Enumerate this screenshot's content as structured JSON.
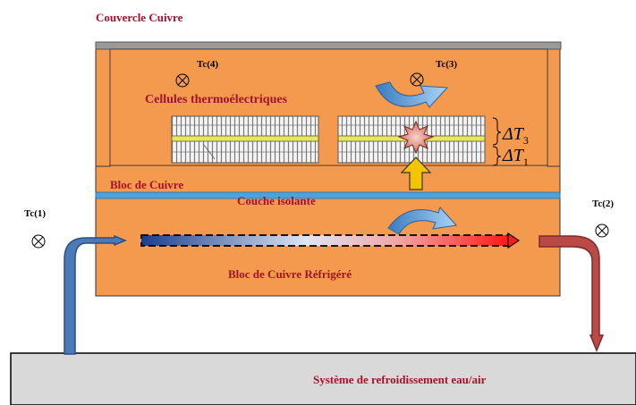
{
  "labels": {
    "lid": "Couvercle Cuivre",
    "cells": "Cellules thermoélectriques",
    "copper_block": "Bloc de Cuivre",
    "insulating_layer": "Couche isolante",
    "cooled_block": "Bloc de Cuivre Réfrigéré",
    "cooling_system": "Système de refroidissement eau/air"
  },
  "thermocouples": [
    "Tc(1)",
    "Tc(2)",
    "Tc(3)",
    "Tc(4)"
  ],
  "delta": {
    "symbol": "ΔT",
    "top_subscript": "3",
    "bottom_subscript": "1"
  },
  "colors": {
    "copper": "#f49a4f",
    "lid": "#9a9a9a",
    "insulation": "#4aa3e0",
    "pipe_cold": "#4a7ab8",
    "pipe_hot": "#b94a48",
    "base": "#d9d9d9",
    "label_red": "#a0142b",
    "arrow_yellow": "#f5c400",
    "heat_star": "#e8a090"
  },
  "icons": [
    "otimes-icon",
    "curved-arrow-icon",
    "up-arrow-icon",
    "heat-star-icon",
    "gradient-arrow-icon"
  ]
}
